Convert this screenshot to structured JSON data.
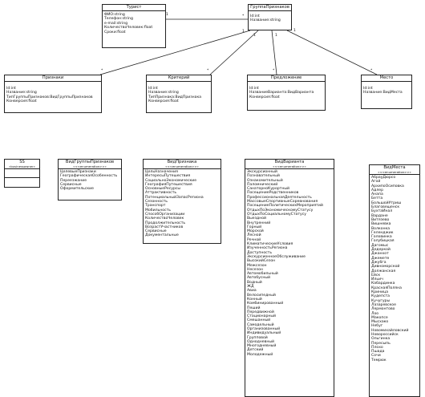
{
  "classes": {
    "turist": {
      "name": "Турист",
      "attributes": [
        "ФИО:string",
        "Телефон:string",
        "e-mail:string",
        "КоличествоЧеловек:float",
        "Сроки:float"
      ]
    },
    "gruppa": {
      "name": "ГруппаПризнаков",
      "attributes": [
        "Id:int",
        "Название:string"
      ]
    },
    "priznaki": {
      "name": "Признаки",
      "attributes": [
        "Id:int",
        "Название:string",
        "ТипГруппыПризнаков:ВидГруппыПризнаков",
        "Конверсия:float"
      ]
    },
    "kriteriy": {
      "name": "Критерий",
      "attributes": [
        "Id:int",
        "Название:string",
        "ТипПризнака:ВидПризнака",
        "Конверсия:float"
      ]
    },
    "predlozhenie": {
      "name": "Предложение",
      "attributes": [
        "Id:int",
        "НазваниеВарианта:ВидВарианта",
        "Конверсия:float"
      ]
    },
    "mesto": {
      "name": "Место",
      "attributes": [
        "Id:int",
        "Название:ВидМеста"
      ]
    },
    "ss": {
      "name": "SS",
      "stereotype": "«businessowner»"
    },
    "vid_gruppy": {
      "name": "ВидГруппыПризнаков",
      "stereotype": "«<<enumeration>>»",
      "literals": [
        "ЦелевыеПризнаки",
        "ГеографическаяОсобенность",
        "Переезжание",
        "Сервисные",
        "Оформительские"
      ]
    },
    "vid_priznaka": {
      "name": "ВидПризнака",
      "stereotype": "«<<enumeration>>»",
      "literals": [
        "ЦельНазначения",
        "ИнтересыПутешествия",
        "СоциальноЭкономические",
        "ГеографияПутешествия",
        "ОсновныеРесурсы",
        "Аттрактивность",
        "ПотенциальныйЗапасРегиона",
        "Сезонность",
        "Транспорт",
        "Мобильность",
        "СпособОрганизации",
        "КоличествоЧеловек",
        "Продолжительность",
        "ВозрастУчастников",
        "Сервисные",
        "Документальные"
      ]
    },
    "vid_varianta": {
      "name": "ВидВарианта",
      "stereotype": "«<<enumeration>>»",
      "literals": [
        "Экскурсионный",
        "Познавательный",
        "Ознакомительный",
        "Паломнический",
        "СанаторноКурортный",
        "ПосещениеРодственников",
        "ПрофессиональнаяДеятельность",
        "МассовыеСпортивныеСоревнования",
        "ПосещениеПолитическихМероприятий",
        "ОтдыхПоЭкономическомуСтатусу",
        "ОтдыхПоСоциальномуСтатусу",
        "Выездной",
        "Внутренний",
        "Горный",
        "Морской",
        "Лесной",
        "Речной",
        "КлиматическиеУсловия",
        "ИзученностьРегиона",
        "Доступность",
        "ЭкскурсионноеОбслуживание",
        "ВысокийСезон",
        "Межсезон",
        "Несезон",
        "Автомобильный",
        "Автобусный",
        "Водный",
        "ЖД",
        "Авиа",
        "Велосипедный",
        "Конный",
        "Комбинированный",
        "Пеший",
        "Передвижной",
        "Стационарный",
        "Смешанный",
        "Самодельный",
        "Организованный",
        "Индивидуальный",
        "Групповой",
        "Однодневный",
        "Многодневный",
        "Детский",
        "Молодежный"
      ]
    },
    "vid_mesta": {
      "name": "ВидМеста",
      "stereotype": "«<<enumeration>>»",
      "literals": [
        "АбрауДюрсо",
        "Агой",
        "АрхипоОсиповка",
        "Адлер",
        "Анапа",
        "Бетта",
        "БольшойУтриш",
        "Благовещенск",
        "БухтаИнал",
        "Вардане",
        "Витязево",
        "Вишневка",
        "Волконка",
        "Геленджик",
        "Головинка",
        "Голубицкая",
        "Дагомыс",
        "Дедеркой",
        "Джанхот",
        "Джемете",
        "Джубга",
        "Дивноморской",
        "Должанская",
        "Ейск",
        "Ильич",
        "Кабардинка",
        "КраснаяПоляна",
        "Криница",
        "Кудепста",
        "Кучугуры",
        "Лазаревское",
        "Лермонтово",
        "Лоо",
        "Макопсе",
        "Мысхако",
        "Небуг",
        "Новомихайловский",
        "Новороссийск",
        "Ольгинка",
        "Пересыпь",
        "Плохо",
        "Пшада",
        "Сочи",
        "Темрюк"
      ]
    }
  },
  "multiplicities": {
    "turist_end": "1",
    "gruppa_end": "*",
    "assoc_end_1": "*",
    "assoc_end_2": "*",
    "assoc_end_3": "*",
    "assoc_end_4": "*",
    "gruppa_side_1": "1",
    "gruppa_side_2": "1",
    "gruppa_side_3": "1",
    "gruppa_side_4": "1"
  },
  "colors": {
    "line": "#222222",
    "background": "#ffffff"
  }
}
